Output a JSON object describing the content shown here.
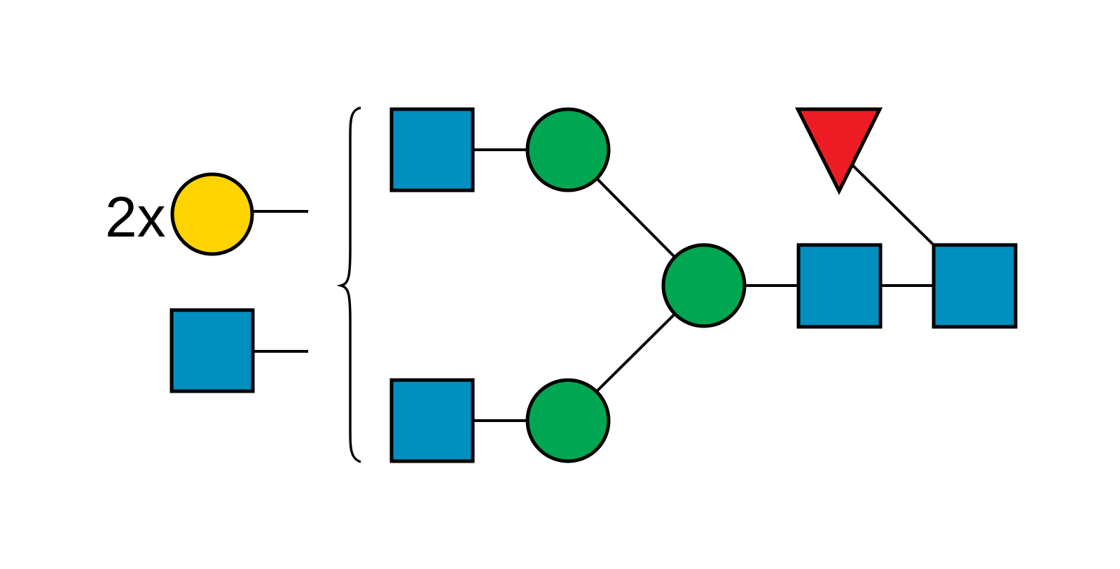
{
  "colors": {
    "glcnac": "#008FBE",
    "mannose": "#00A651",
    "galactose": "#FFD400",
    "fucose": "#ED1C24",
    "line": "#000000",
    "background": "#FFFFFF"
  },
  "antenna_annotation": {
    "count_label": "2x",
    "residues": [
      {
        "name": "galactose",
        "shape": "circle",
        "color": "#FFD400"
      },
      {
        "name": "glcnac",
        "shape": "square",
        "color": "#008FBE"
      }
    ]
  },
  "structure": {
    "residues": [
      {
        "id": "glcnac-upper-antenna",
        "shape": "square",
        "color": "#008FBE"
      },
      {
        "id": "mannose-upper",
        "shape": "circle",
        "color": "#00A651"
      },
      {
        "id": "glcnac-lower-antenna",
        "shape": "square",
        "color": "#008FBE"
      },
      {
        "id": "mannose-lower",
        "shape": "circle",
        "color": "#00A651"
      },
      {
        "id": "mannose-core",
        "shape": "circle",
        "color": "#00A651"
      },
      {
        "id": "glcnac-core-inner",
        "shape": "square",
        "color": "#008FBE"
      },
      {
        "id": "glcnac-core-reducing",
        "shape": "square",
        "color": "#008FBE"
      },
      {
        "id": "fucose-core",
        "shape": "triangle",
        "color": "#ED1C24"
      }
    ],
    "linkages": [
      [
        "glcnac-upper-antenna",
        "mannose-upper"
      ],
      [
        "mannose-upper",
        "mannose-core"
      ],
      [
        "glcnac-lower-antenna",
        "mannose-lower"
      ],
      [
        "mannose-lower",
        "mannose-core"
      ],
      [
        "mannose-core",
        "glcnac-core-inner"
      ],
      [
        "glcnac-core-inner",
        "glcnac-core-reducing"
      ],
      [
        "fucose-core",
        "glcnac-core-reducing"
      ]
    ]
  }
}
